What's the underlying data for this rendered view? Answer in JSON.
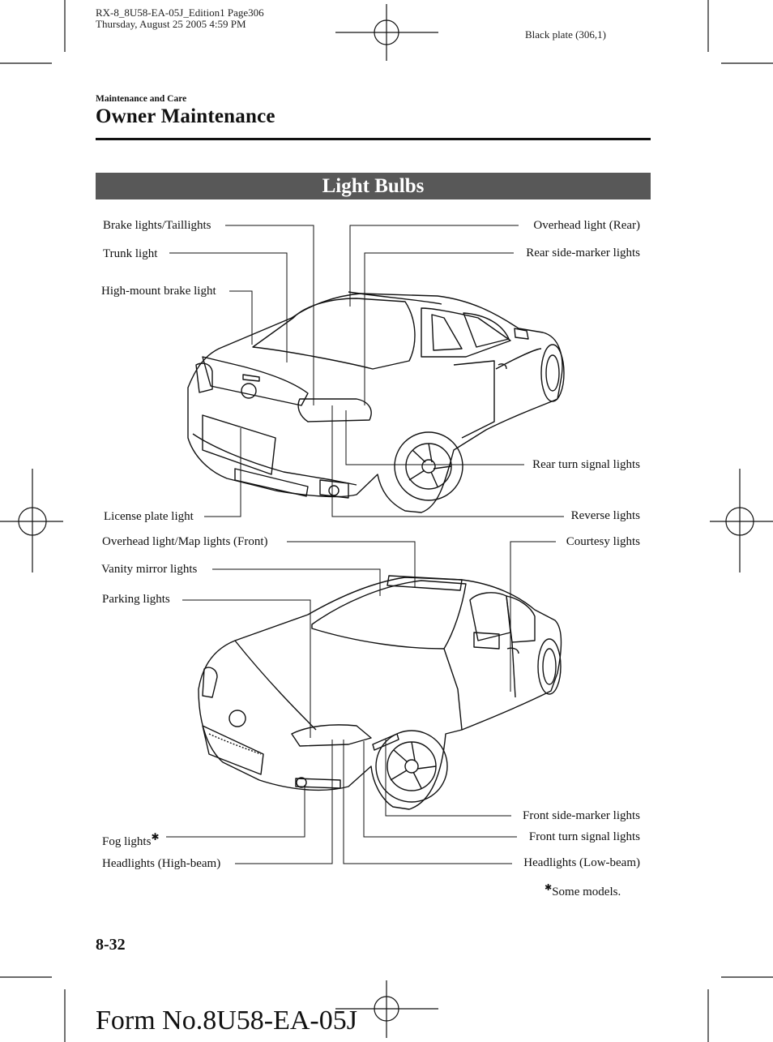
{
  "print_header": {
    "job_line1": "RX-8_8U58-EA-05J_Edition1 Page306",
    "job_line2": "Thursday, August 25 2005 4:59 PM",
    "plate": "Black plate (306,1)"
  },
  "section": {
    "label": "Maintenance and Care",
    "title": "Owner Maintenance"
  },
  "banner": {
    "title": "Light Bulbs"
  },
  "rear_view": {
    "callouts": {
      "brake_taillights": "Brake lights/Taillights",
      "trunk_light": "Trunk light",
      "high_mount_brake": "High-mount brake light",
      "license_plate": "License plate light",
      "overhead_rear": "Overhead light (Rear)",
      "rear_side_marker": "Rear side-marker lights",
      "rear_turn_signal": "Rear turn signal lights",
      "reverse": "Reverse lights"
    }
  },
  "front_view": {
    "callouts": {
      "overhead_front": "Overhead light/Map lights (Front)",
      "vanity_mirror": "Vanity mirror lights",
      "parking": "Parking lights",
      "fog": "Fog lights",
      "headlights_high": "Headlights (High-beam)",
      "courtesy": "Courtesy lights",
      "front_side_marker": "Front side-marker lights",
      "front_turn_signal": "Front turn signal lights",
      "headlights_low": "Headlights (Low-beam)"
    }
  },
  "footnote": {
    "mark": "✱",
    "text": "Some models."
  },
  "page_number": "8-32",
  "form_number": "Form No.8U58-EA-05J"
}
